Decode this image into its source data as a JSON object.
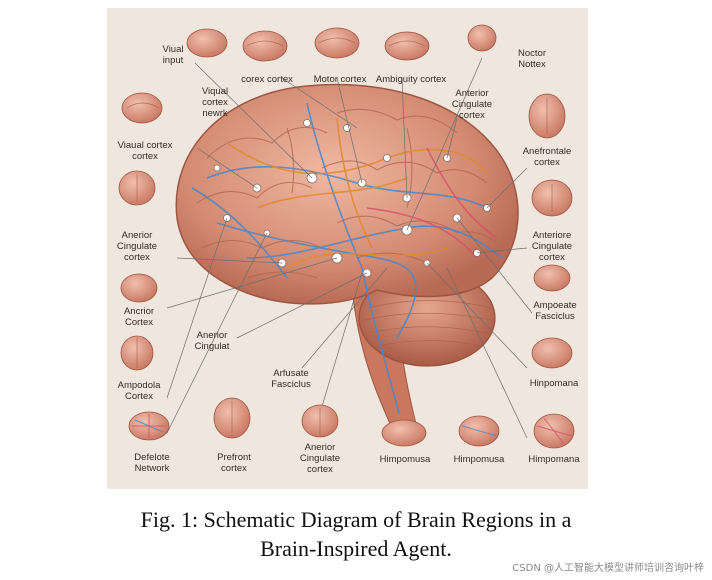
{
  "labels": {
    "visual_input": "Viual\ninput",
    "cortex_cortex": "corex cortex",
    "motor_cortex": "Motor cortex",
    "ambiguity_cortex": "Ambiguity cortex",
    "motor_notex": "Noctor\nNottex",
    "visual_cortex_network": "Viqual\ncortex\nnewrk",
    "anterior_cingulate_top": "Anterior\nCingulate\ncortex",
    "visual_cortex_left": "Viaual cortex\ncortex",
    "antefrontal": "Anefrontale\ncortex",
    "anerior_cingulate_left": "Anerior\nCingulate\ncortex",
    "anterior_cingulate_right": "Anteriore\nCingulate\ncortex",
    "ancrior_cortex": "Ancrior\nCortex",
    "ampoeate": "Ampoeate\nFasciclus",
    "anerior_cingulat": "Anerior\nCingulat",
    "arfusate": "Arfusate\nFasciclus",
    "ampodola": "Ampodola\nCortex",
    "hippomana": "Hinpomana",
    "defelote": "Defelote\nNetwork",
    "prefrontal": "Prefront\ncortex",
    "anerior_bottom": "Anerior\nCingulate\ncortex",
    "hippomusa_1": "Himpomusa",
    "hippomusa_2": "Himpomusa",
    "hippomana_bottom": "Himpomana"
  },
  "caption": {
    "line1": "Fig. 1: Schematic Diagram of Brain Regions in a",
    "line2": "Brain-Inspired Agent."
  },
  "watermark": "CSDN @人工智能大模型讲师培训咨询叶梓",
  "colors": {
    "background": "#efe7dd",
    "brain": "#d8937b",
    "pathway_blue": "#4b86c7",
    "pathway_orange": "#e0892e",
    "pathway_pink": "#d64f6a",
    "icon_tint": "#cf7f6a"
  }
}
